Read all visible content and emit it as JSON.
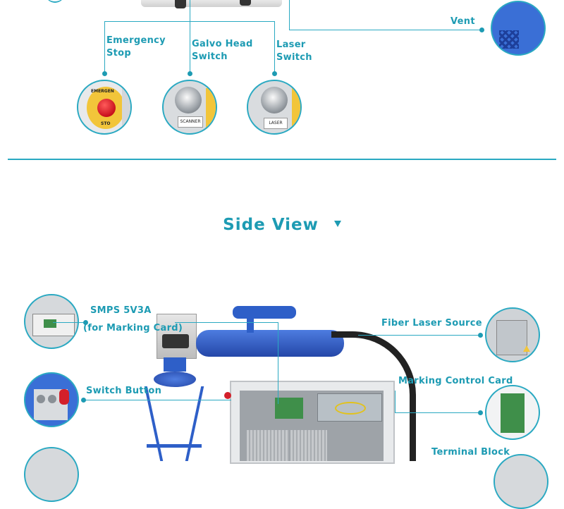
{
  "top_section": {
    "labels": {
      "vent": "Vent",
      "emergency_stop": [
        "Emergency",
        "Stop"
      ],
      "galvo_head_switch": [
        "Galvo Head",
        "Switch"
      ],
      "laser_switch": [
        "Laser",
        "Switch"
      ]
    },
    "stop_button_text": [
      "EMERGEN",
      "STO"
    ],
    "scanner_plate": "SCANNER",
    "laser_plate": "LASER"
  },
  "side_view": {
    "title": "Side View",
    "labels": {
      "smps": "SMPS 5V3A",
      "for_marking_card": "(for Marking Card)",
      "switch_button": "Switch Button",
      "fiber_laser_source": "Fiber Laser Source",
      "marking_control_card": "Marking Control Card",
      "terminal_block": "Terminal Block"
    }
  },
  "colors": {
    "accent": "#1d9bb3",
    "line": "#2aa9c2",
    "blue_part": "#2e5fc8"
  }
}
